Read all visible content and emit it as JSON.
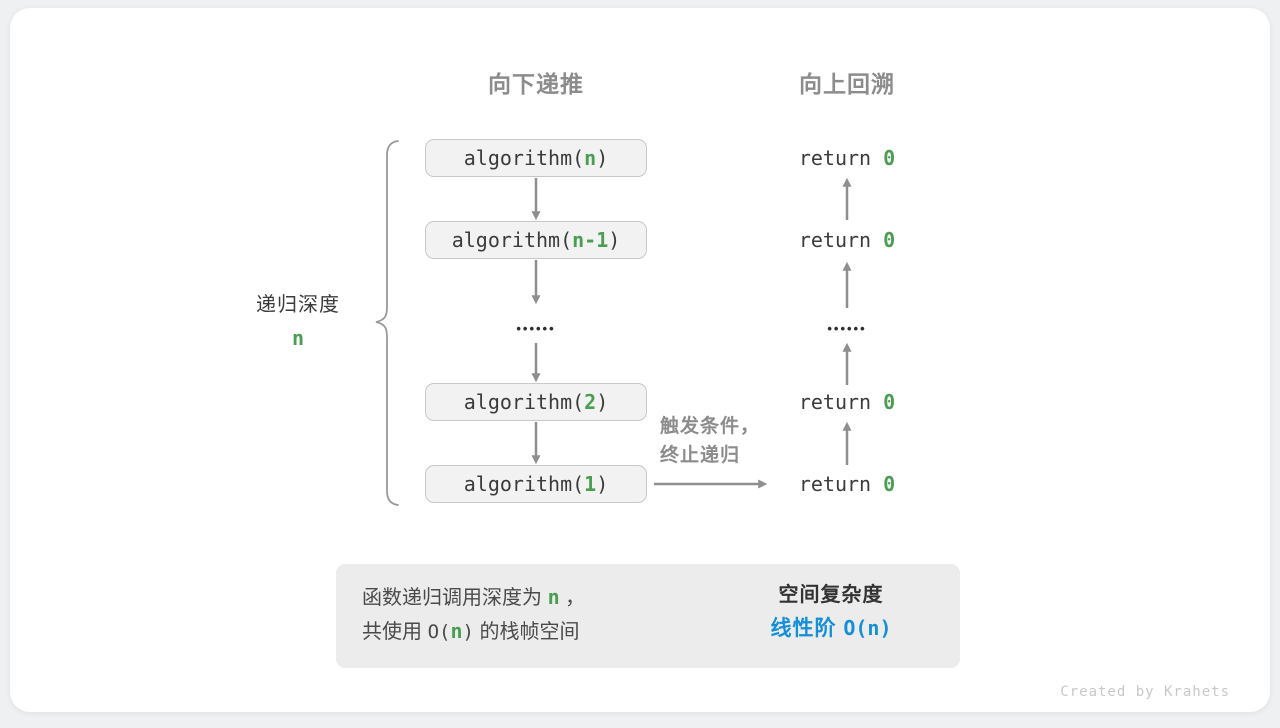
{
  "colors": {
    "accent_green": "#4b9e51",
    "accent_blue": "#1590d8",
    "muted_gray": "#8c8c8c",
    "arrow_gray": "#8e8e8e",
    "box_fill": "#f2f2f2",
    "box_border": "#c8c8c8",
    "code_text": "#3b3b3b",
    "summary_bg": "#ececec"
  },
  "headers": {
    "downward": "向下递推",
    "upward": "向上回溯"
  },
  "depth": {
    "label": "递归深度",
    "value": "n"
  },
  "ellipsis": "••••••",
  "call_stack": [
    {
      "pre": "algorithm(",
      "arg": "n",
      "post": ")"
    },
    {
      "pre": "algorithm(",
      "arg": "n-1",
      "post": ")"
    },
    {
      "pre": "algorithm(",
      "arg": "2",
      "post": ")"
    },
    {
      "pre": "algorithm(",
      "arg": "1",
      "post": ")"
    }
  ],
  "return": {
    "keyword": "return ",
    "value": "0"
  },
  "annotation": {
    "line1": "触发条件，",
    "line2": "终止递归"
  },
  "summary": {
    "line1": {
      "pre": "函数递归调用深度为 ",
      "var": "n",
      "post": " ，"
    },
    "line2": {
      "pre": "共使用 ",
      "code_pre": "O(",
      "var": "n",
      "code_post": ")",
      "post": " 的栈帧空间"
    },
    "right_title": "空间复杂度",
    "right_label": "线性阶 ",
    "right_formula": "O(n)"
  },
  "credit": "Created by Krahets"
}
